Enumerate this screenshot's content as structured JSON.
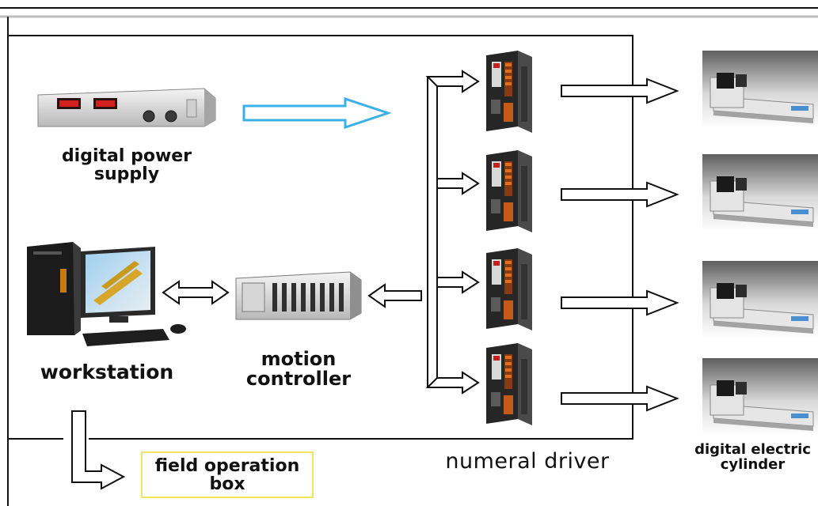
{
  "labels": {
    "power_supply": [
      "digital power",
      "supply"
    ],
    "workstation": "workstation",
    "motion_controller": [
      "motion",
      "controller"
    ],
    "field_box": [
      "field operation",
      "box"
    ],
    "numeral_driver": "numeral driver",
    "cylinder": [
      "digital electric",
      "cylinder"
    ]
  },
  "colors": {
    "power_arrow": "#3ab0e6",
    "line": "#111111",
    "field_box_border": "#f2e45c"
  },
  "icons": [
    "digital-power-supply-icon",
    "workstation-computer-icon",
    "motion-controller-icon",
    "servo-driver-icon",
    "electric-cylinder-icon"
  ]
}
